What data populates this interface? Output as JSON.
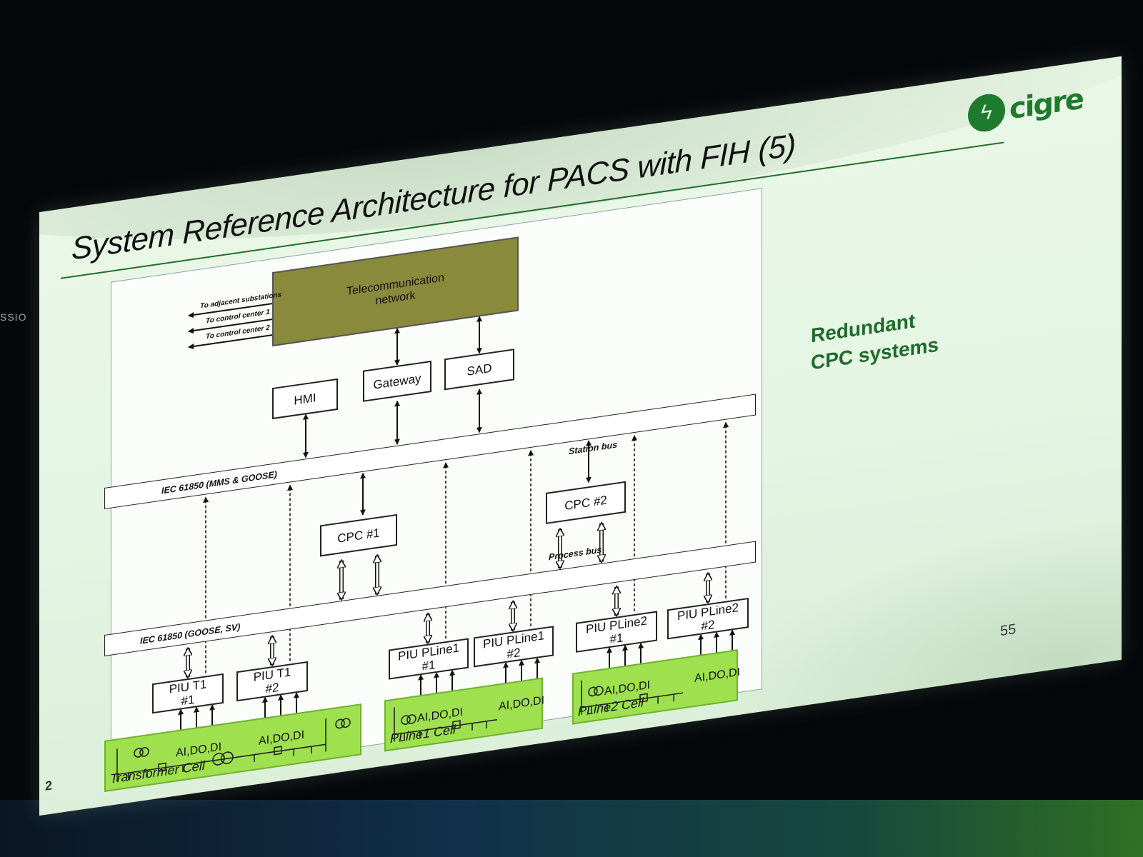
{
  "slide": {
    "title": "System Reference Architecture for PACS with FIH (5)",
    "logo_text": "cigre",
    "callout_lines": [
      "Redundant",
      "CPC systems"
    ],
    "page_number": "55",
    "corner_number": "2",
    "side_label": "SSIO"
  },
  "diagram": {
    "telecom": "Telecommunication network",
    "outbound_links": [
      "To adjacent substations",
      "To control center 1",
      "To control center 2"
    ],
    "station_devices": [
      "HMI",
      "Gateway",
      "SAD"
    ],
    "station_bus": {
      "name": "Station bus",
      "protocol": "IEC 61850 (MMS & GOOSE)"
    },
    "process_bus": {
      "name": "Process bus",
      "protocol": "IEC 61850 (GOOSE, SV)"
    },
    "cpcs": [
      "CPC #1",
      "CPC #2"
    ],
    "pius": [
      {
        "line1": "PIU T1",
        "line2": "#1"
      },
      {
        "line1": "PIU T1",
        "line2": "#2"
      },
      {
        "line1": "PIU PLine1",
        "line2": "#1"
      },
      {
        "line1": "PIU PLine1",
        "line2": "#2"
      },
      {
        "line1": "PIU PLine2",
        "line2": "#1"
      },
      {
        "line1": "PIU PLine2",
        "line2": "#2"
      }
    ],
    "io_label": "AI,DO,DI",
    "cells": [
      "Transformer Cell",
      "PLine1 Cell",
      "PLine2 Cell"
    ]
  },
  "colors": {
    "title_rule": "#1f6e2a",
    "telecom_fill": "#8a8a3c",
    "cell_fill": "#9fe04e",
    "callout_text": "#1e6b2a"
  }
}
